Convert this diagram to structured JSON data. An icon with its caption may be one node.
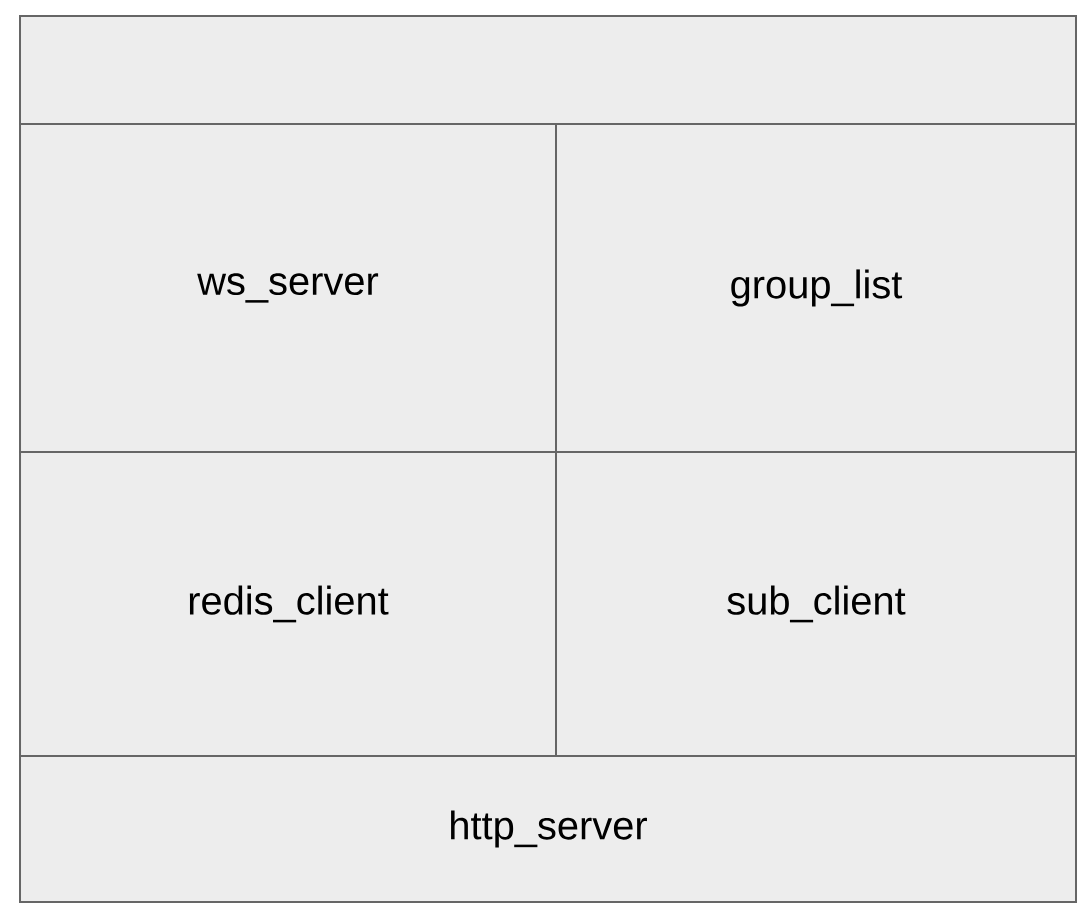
{
  "diagram": {
    "nodes": [
      {
        "text": [],
        "shape": "box"
      },
      {
        "text": [
          "ws_server"
        ]
      },
      {
        "text": [
          "group_list"
        ]
      },
      {
        "text": [
          "redis_client"
        ]
      },
      {
        "text": [
          "sub_client"
        ]
      },
      {
        "text": [
          "http_server"
        ]
      }
    ]
  }
}
